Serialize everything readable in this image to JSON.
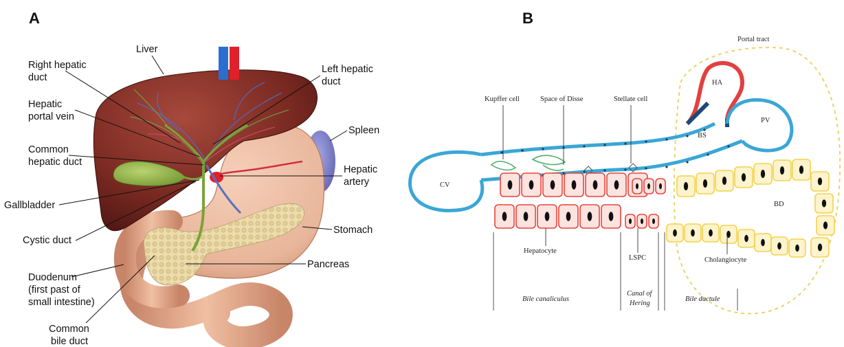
{
  "panel_a": {
    "letter": "A",
    "labels": {
      "liver": "Liver",
      "right_hepatic_duct_1": "Right hepatic",
      "right_hepatic_duct_2": "duct",
      "left_hepatic_duct_1": "Left hepatic",
      "left_hepatic_duct_2": "duct",
      "hepatic_portal_vein_1": "Hepatic",
      "hepatic_portal_vein_2": "portal vein",
      "spleen": "Spleen",
      "common_hepatic_duct_1": "Common",
      "common_hepatic_duct_2": "hepatic duct",
      "hepatic_artery_1": "Hepatic",
      "hepatic_artery_2": "artery",
      "gallbladder": "Gallbladder",
      "stomach": "Stomach",
      "cystic_duct": "Cystic duct",
      "pancreas": "Pancreas",
      "duodenum_1": "Duodenum",
      "duodenum_2": "(first past of",
      "duodenum_3": "small intestine)",
      "common_bile_duct_1": "Common",
      "common_bile_duct_2": "bile duct"
    }
  },
  "panel_b": {
    "letter": "B",
    "labels": {
      "portal_tract": "Portal tract",
      "ha": "HA",
      "pv": "PV",
      "bs": "BS",
      "cv": "CV",
      "bd": "BD",
      "kupffer_cell": "Kupffer cell",
      "space_of_disse": "Space of Disse",
      "stellate_cell": "Stellate cell",
      "hepatocyte": "Hepatocyte",
      "lspc": "LSPC",
      "cholangiocyte": "Cholangiocyte",
      "bile_canaliculus": "Bile canaliculus",
      "canal_of_hering_1": "Canal of",
      "canal_of_hering_2": "Hering",
      "bile_ductule": "Bile ductule"
    }
  },
  "colors": {
    "liver": "#7a2a22",
    "liver_highlight": "#a8493c",
    "stomach": "#e8b59a",
    "duodenum": "#e2a688",
    "pancreas": "#e9d8a8",
    "gallbladder": "#8bb04a",
    "spleen": "#7d7fc4",
    "artery_red": "#e0202a",
    "vein_blue": "#2a6fd0",
    "sinusoid_blue": "#3aa7d6",
    "hepatocyte_red": "#e8453c",
    "cholangiocyte_yellow": "#f2d34c",
    "portal_tract_dash": "#e8d56a",
    "kupffer_green": "#4dae6b"
  }
}
